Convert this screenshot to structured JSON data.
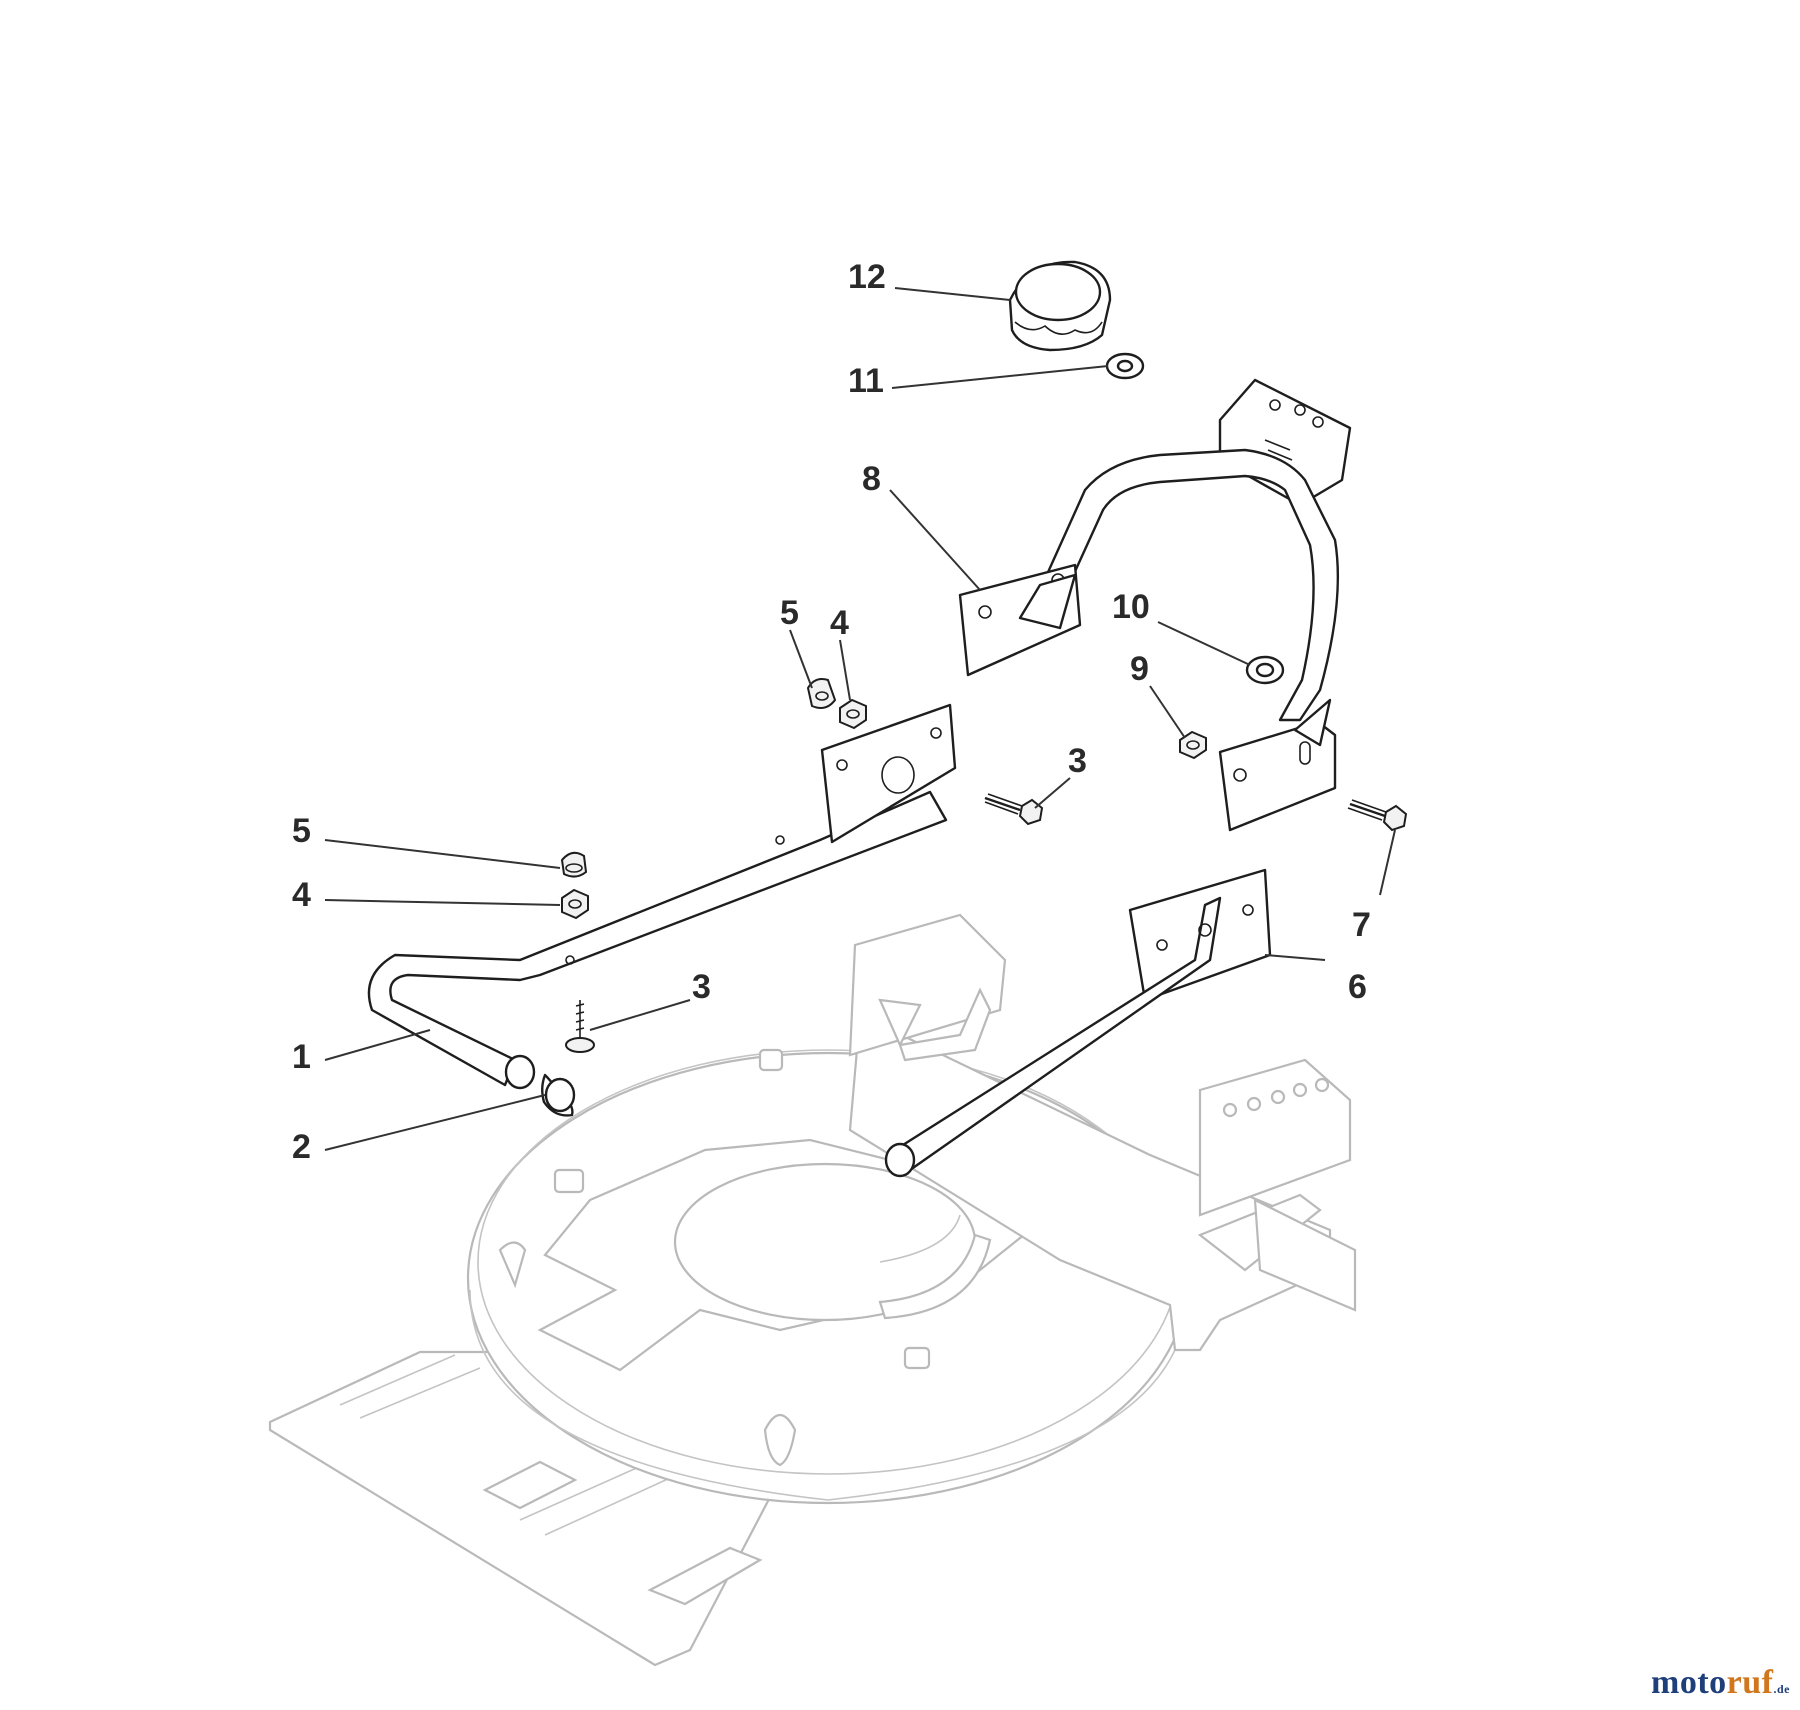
{
  "labels": {
    "p12": "12",
    "p11": "11",
    "p8": "8",
    "p5a": "5",
    "p4a": "4",
    "p10": "10",
    "p9": "9",
    "p3a": "3",
    "p5b": "5",
    "p4b": "4",
    "p7": "7",
    "p6": "6",
    "p3b": "3",
    "p1": "1",
    "p2": "2"
  },
  "watermark": {
    "part1": "moto",
    "part2": "ruf",
    "part3": ".de"
  },
  "colors": {
    "label": "#2a2a2a",
    "deck_outline": "#b9b9b9",
    "part_outline": "#1e1e1e",
    "watermark_blue": "#1e3f7a",
    "watermark_orange": "#d0771e"
  }
}
